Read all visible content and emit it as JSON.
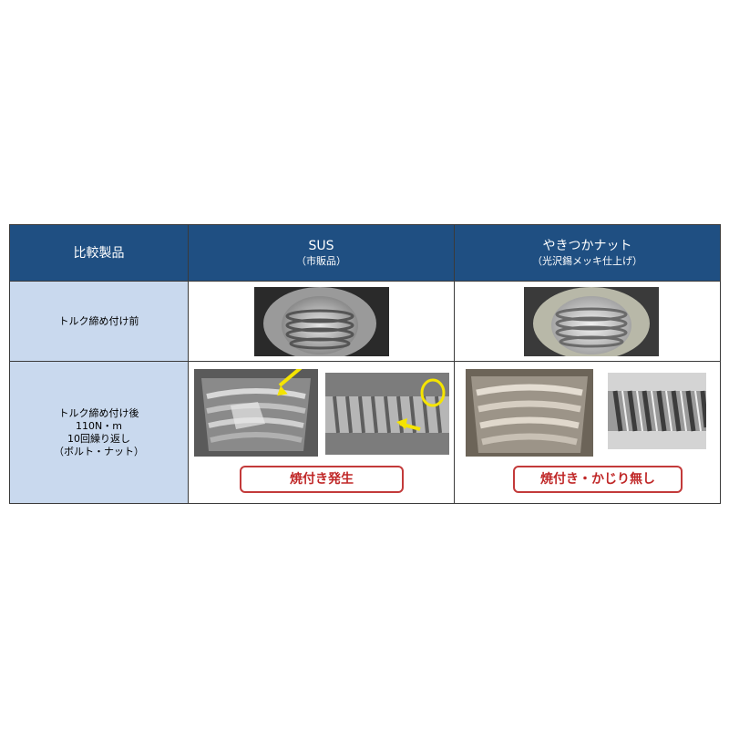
{
  "header": {
    "col1": "比較製品",
    "col2_main": "SUS",
    "col2_sub": "（市販品）",
    "col3_main": "やきつかナット",
    "col3_sub": "（光沢錫メッキ仕上げ）"
  },
  "rows": [
    {
      "label_lines": [
        "トルク締め付け前"
      ]
    },
    {
      "label_lines": [
        "トルク締め付け後",
        "110N・m",
        "10回繰り返し",
        "（ボルト・ナット）"
      ]
    }
  ],
  "callouts": {
    "sus": "焼付き発生",
    "yakitsuka": "焼付き・かじり無し"
  },
  "colors": {
    "header_bg": "#1f4f82",
    "rowhead_bg": "#c9d9ee",
    "callout_border": "#c33a3a",
    "callout_text": "#c02828",
    "arrow": "#f5e400"
  }
}
